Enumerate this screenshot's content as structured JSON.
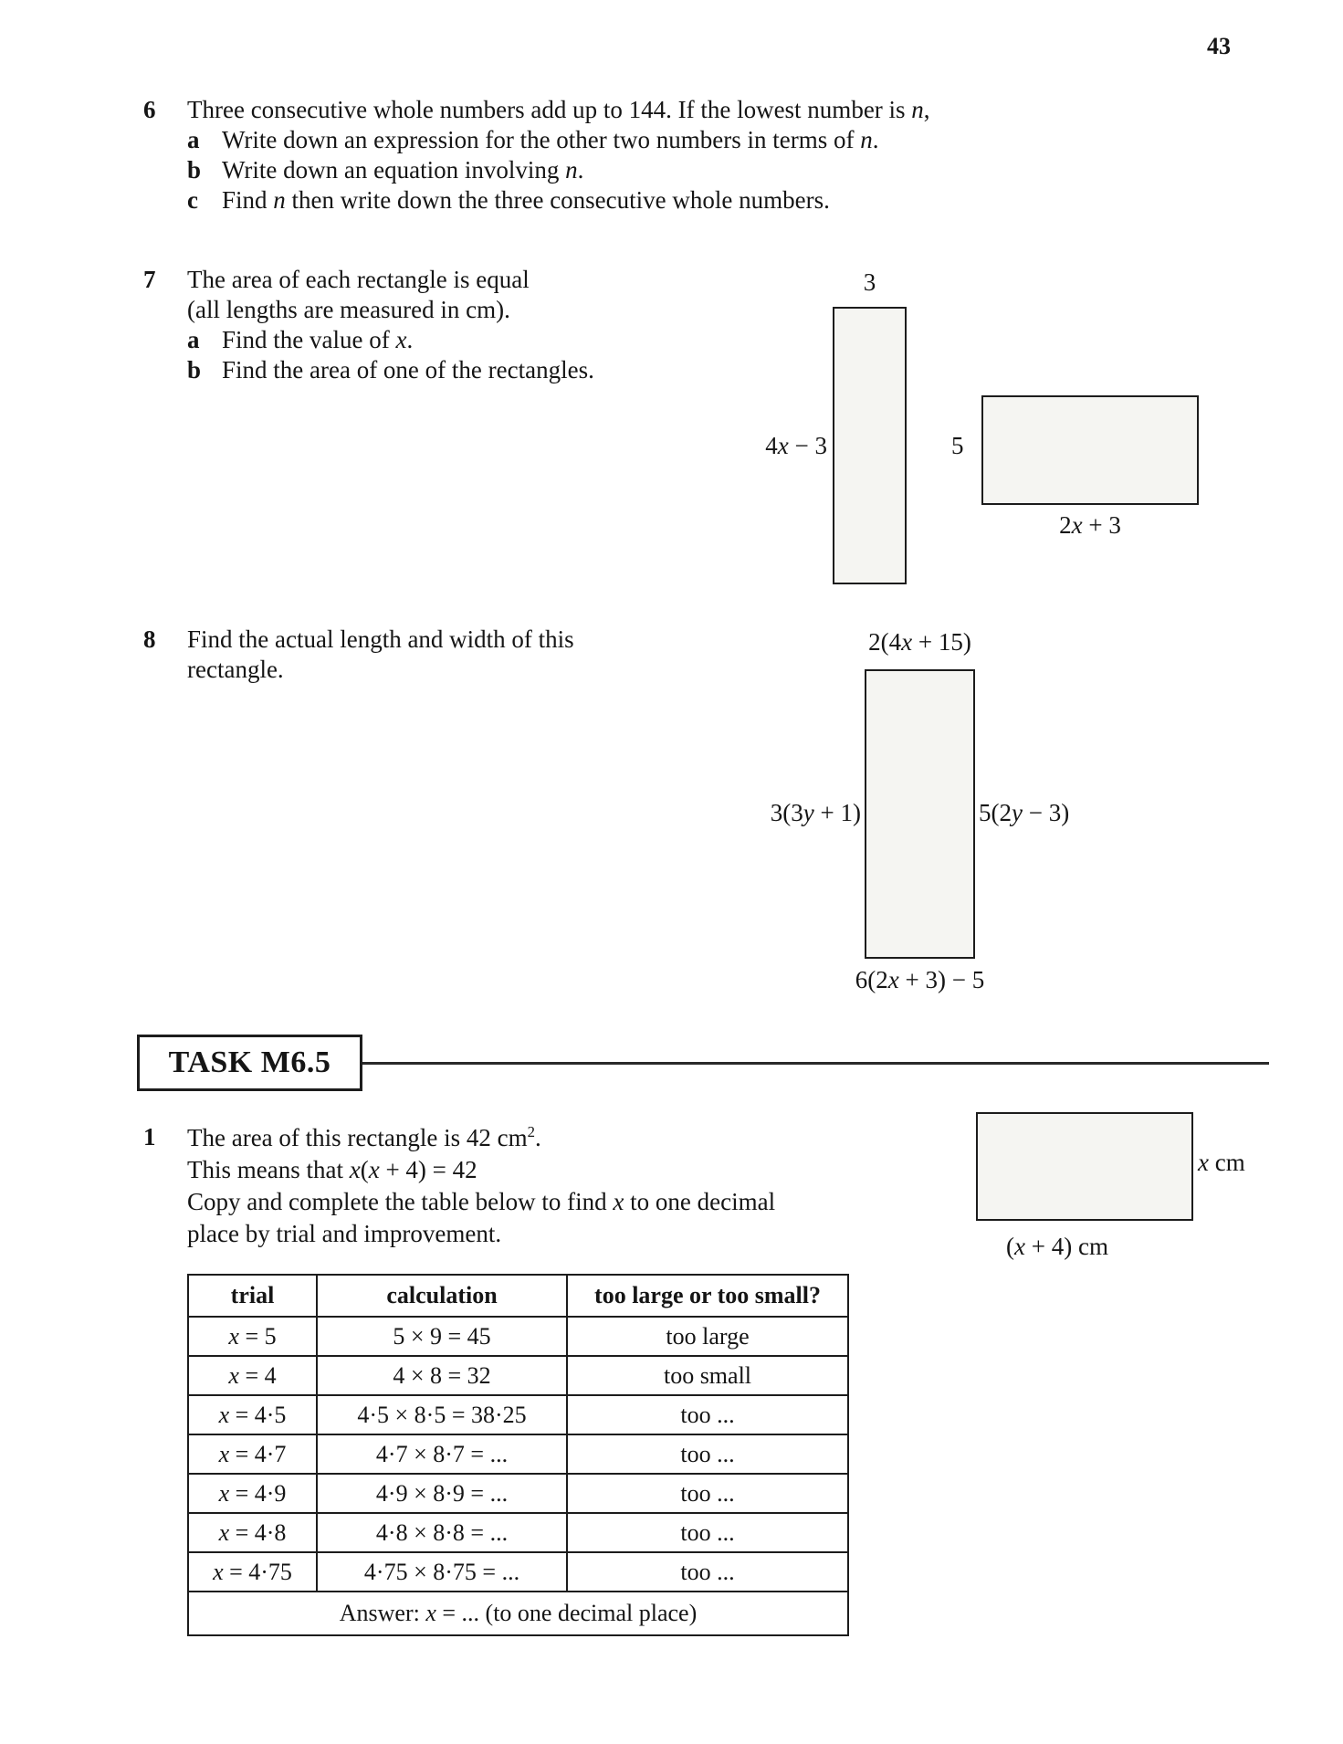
{
  "page": {
    "number": "43"
  },
  "questions": {
    "q6": {
      "number": "6",
      "intro": [
        "Three consecutive whole numbers add up to 144. If the lowest number is ",
        {
          "i": "n"
        },
        ","
      ],
      "parts": [
        {
          "label": "a",
          "text": [
            "Write down an expression for the other two numbers in terms of ",
            {
              "i": "n"
            },
            "."
          ]
        },
        {
          "label": "b",
          "text": [
            "Write down an equation involving ",
            {
              "i": "n"
            },
            "."
          ]
        },
        {
          "label": "c",
          "text": [
            "Find ",
            {
              "i": "n"
            },
            " then write down the three consecutive whole numbers."
          ]
        }
      ]
    },
    "q7": {
      "number": "7",
      "intro1": [
        "The area of each rectangle is equal"
      ],
      "intro2": [
        "(all lengths are measured in cm)."
      ],
      "parts": [
        {
          "label": "a",
          "text": [
            "Find the value of ",
            {
              "i": "x"
            },
            "."
          ]
        },
        {
          "label": "b",
          "text": [
            "Find the area of one of the rectangles."
          ]
        }
      ],
      "diagram": {
        "tall_rect_top": [
          "3"
        ],
        "tall_rect_left": [
          "4",
          {
            "i": "x"
          },
          " − 3"
        ],
        "wide_rect_left": [
          "5"
        ],
        "wide_rect_bottom": [
          "2",
          {
            "i": "x"
          },
          " + 3"
        ]
      }
    },
    "q8": {
      "number": "8",
      "intro1": [
        "Find the actual length and width of this"
      ],
      "intro2": [
        "rectangle."
      ],
      "diagram": {
        "top": [
          "2(4",
          {
            "i": "x"
          },
          " + 15)"
        ],
        "left": [
          "3(3",
          {
            "i": "y"
          },
          " + 1)"
        ],
        "right": [
          "5(2",
          {
            "i": "y"
          },
          " − 3)"
        ],
        "bottom": [
          "6(2",
          {
            "i": "x"
          },
          " + 3) − 5"
        ]
      }
    }
  },
  "task": {
    "title": "TASK M6.5",
    "q1": {
      "number": "1",
      "lines": [
        [
          "The area of this rectangle is 42 cm",
          {
            "sup": "2"
          },
          "."
        ],
        [
          "This means that ",
          {
            "i": "x"
          },
          "(",
          {
            "i": "x"
          },
          " + 4) = 42"
        ],
        [
          "Copy and complete the table below to find ",
          {
            "i": "x"
          },
          " to one decimal"
        ],
        [
          "place by trial and improvement."
        ]
      ],
      "diagram": {
        "right_label": [
          {
            "i": "x"
          },
          " cm"
        ],
        "bottom_label": [
          "(",
          {
            "i": "x"
          },
          " + 4) cm"
        ]
      },
      "table": {
        "headers": [
          "trial",
          "calculation",
          "too large or too small?"
        ],
        "rows": [
          {
            "trial": [
              {
                "i": "x"
              },
              " = 5"
            ],
            "calculation": [
              "5 × 9 = 45"
            ],
            "verdict": [
              "too large"
            ]
          },
          {
            "trial": [
              {
                "i": "x"
              },
              " = 4"
            ],
            "calculation": [
              "4 × 8 = 32"
            ],
            "verdict": [
              "too small"
            ]
          },
          {
            "trial": [
              {
                "i": "x"
              },
              " = 4·5"
            ],
            "calculation": [
              "4·5 × 8·5 = 38·25"
            ],
            "verdict": [
              "too ..."
            ]
          },
          {
            "trial": [
              {
                "i": "x"
              },
              " = 4·7"
            ],
            "calculation": [
              "4·7 × 8·7 = ..."
            ],
            "verdict": [
              "too ..."
            ]
          },
          {
            "trial": [
              {
                "i": "x"
              },
              " = 4·9"
            ],
            "calculation": [
              "4·9 × 8·9 = ..."
            ],
            "verdict": [
              "too ..."
            ]
          },
          {
            "trial": [
              {
                "i": "x"
              },
              " = 4·8"
            ],
            "calculation": [
              "4·8 × 8·8 = ..."
            ],
            "verdict": [
              "too ..."
            ]
          },
          {
            "trial": [
              {
                "i": "x"
              },
              " = 4·75"
            ],
            "calculation": [
              "4·75 × 8·75 = ..."
            ],
            "verdict": [
              "too ..."
            ]
          }
        ],
        "answer": [
          "Answer: ",
          {
            "i": "x"
          },
          " = ... (to one decimal place)"
        ]
      }
    }
  }
}
